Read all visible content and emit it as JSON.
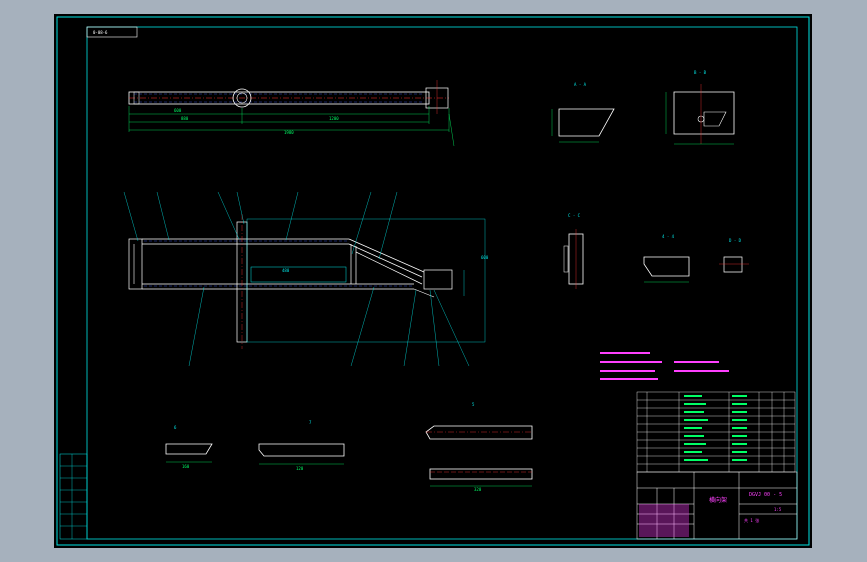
{
  "drawing": {
    "background": "#000000",
    "frame_color": "#00e5e5",
    "part_color": "#ffffff",
    "dim_color": "#00ff66",
    "centerline_color": "#ff3030",
    "hidden_color": "#3a5cff",
    "note_color": "#ff40ff",
    "drawing_number_stamp": "0-08-6",
    "views": {
      "section_a": "A - A",
      "section_b": "B - B",
      "section_c": "C - C",
      "section_d": "D - D",
      "detail_4": "4 - 4",
      "view_6": "6",
      "view_7": "7",
      "view_5": "5"
    },
    "dimensions": {
      "top_length": "1980",
      "top_sub_a": "880",
      "top_sub_b": "1200",
      "top_sub_c": "600",
      "frame_width": "600",
      "inner_width": "480",
      "part6_length": "160",
      "part7_length": "120",
      "part5_length": "320"
    },
    "title_block": {
      "drawing_name": "横向架",
      "drawing_code": "DGVJ 00 - 5",
      "scale": "1:5",
      "sheet": "共 1 张"
    }
  }
}
